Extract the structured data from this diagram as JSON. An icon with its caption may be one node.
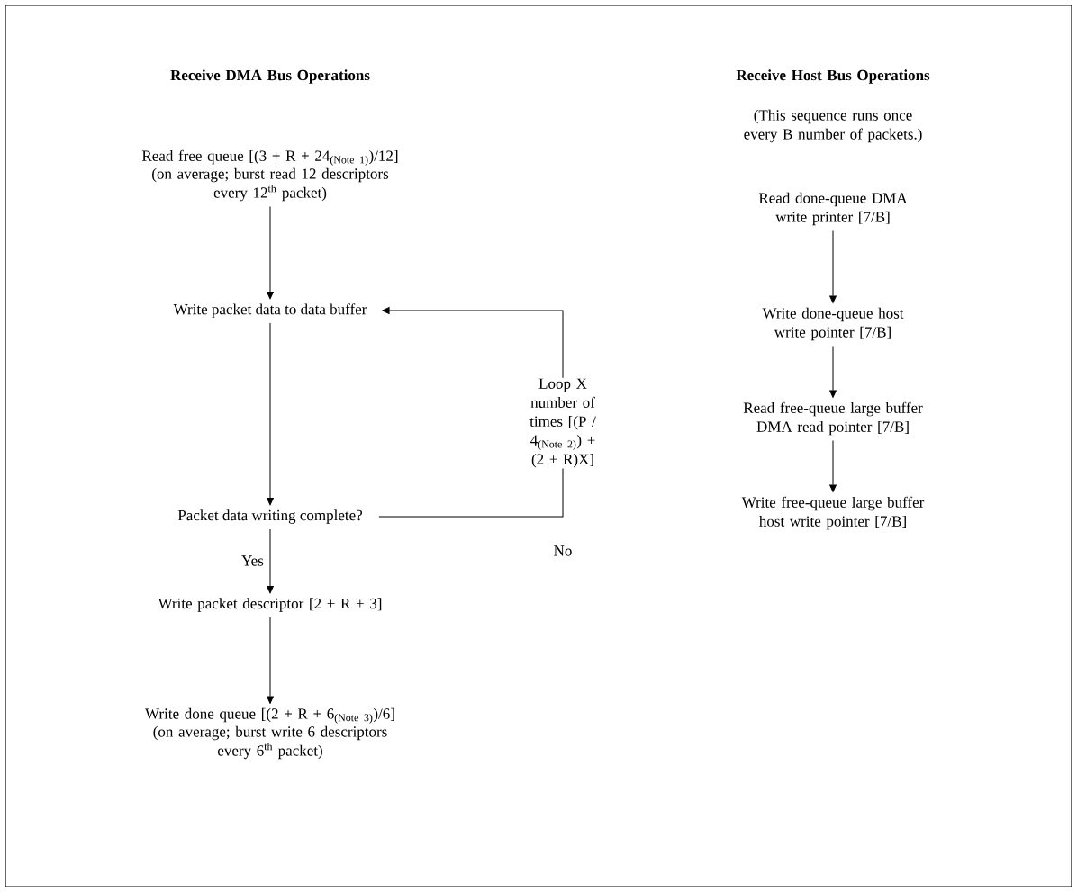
{
  "diagram": {
    "nodes": [
      {
        "text": [
          "Read free queue [(3 + R + 24$_{(Note 1)}$)/12]",
          "(on average; burst read 12 descriptors every 12$^{th}$ packet)"
        ]
      },
      {
        "text": [
          "Write packet data to data buffer"
        ]
      },
      {
        "text": [
          "Packet data writing complete?"
        ]
      },
      {
        "text": [
          "Write packet descriptor [2 + R + 3]"
        ]
      },
      {
        "text": [
          "Write done queue [(2 + R + 6$_{(Note 3)}$)/6]",
          "(on average; burst write 6 descriptors every 6$^{th}$ packet)"
        ]
      },
      {
        "text": [
          "Read done-queue DMA write printer [7/B]"
        ]
      },
      {
        "text": [
          "Write done-queue host write pointer [7/B]"
        ]
      },
      {
        "text": [
          "Read free-queue large buffer DMA read pointer [7/B]"
        ]
      },
      {
        "text": [
          "Write free-queue large buffer host write pointer [7/B]"
        ]
      }
    ],
    "edges": [
      {
        "from": 0,
        "to": 1,
        "arrow": "to"
      },
      {
        "from": 1,
        "to": 2,
        "arrow": "to"
      },
      {
        "from": 2,
        "to": 1,
        "arrow": "to",
        "label": "Loop X number of times [(P / 4$_{(Note 2)}$) + (2 + R)X]"
      },
      {
        "from": 2,
        "to": 3,
        "arrow": "to",
        "label": "Yes"
      },
      {
        "from": 3,
        "to": 4,
        "arrow": "to"
      },
      {
        "from": 5,
        "to": 6,
        "arrow": "to"
      },
      {
        "from": 6,
        "to": 7,
        "arrow": "to"
      },
      {
        "from": 7,
        "to": 8,
        "arrow": "to"
      }
    ],
    "labels": [
      "Receive DMA Bus Operations",
      "Receive Host Bus Operations",
      "(This sequence runs once every B number of packets.)",
      "No"
    ]
  }
}
